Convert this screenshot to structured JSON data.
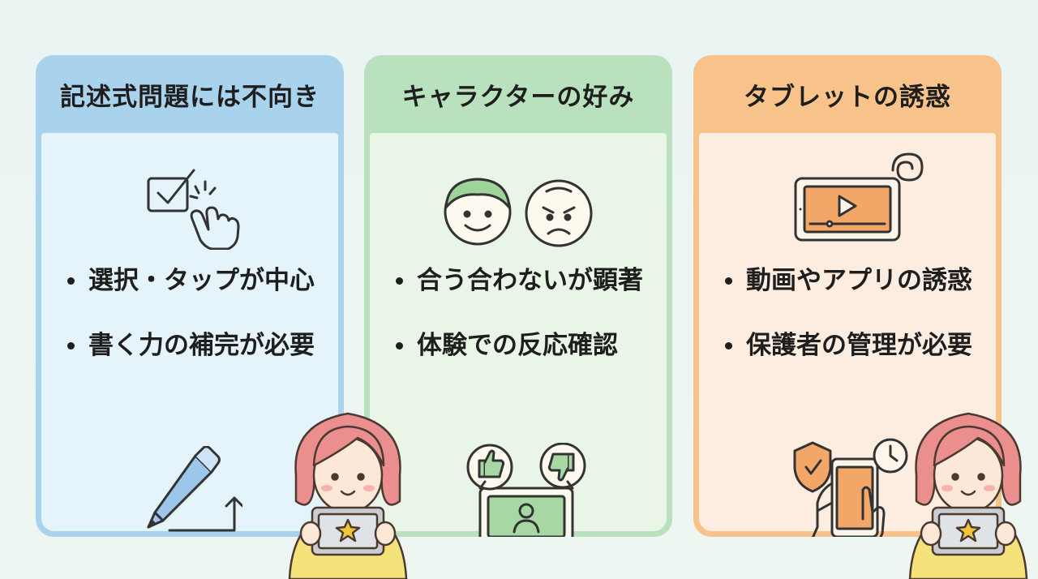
{
  "cards": [
    {
      "title": "記述式問題には不向き",
      "bullets": [
        "選択・タップが中心",
        "書く力の補完が必要"
      ],
      "icons": [
        "checkbox-tap-icon",
        "pencil-icon"
      ]
    },
    {
      "title": "キャラクターの好み",
      "bullets": [
        "合う合わないが顕著",
        "体験での反応確認"
      ],
      "icons": [
        "happy-sad-faces-icon",
        "thumbs-tablet-icon"
      ]
    },
    {
      "title": "タブレットの誘惑",
      "bullets": [
        "動画やアプリの誘惑",
        "保護者の管理が必要"
      ],
      "icons": [
        "video-tablet-icon",
        "shield-clock-phone-icon"
      ]
    }
  ],
  "colors": {
    "blue_header": "#a9d3ec",
    "green_header": "#b9e1bd",
    "orange_header": "#f7c38b",
    "tablet_orange": "#f2a667"
  }
}
